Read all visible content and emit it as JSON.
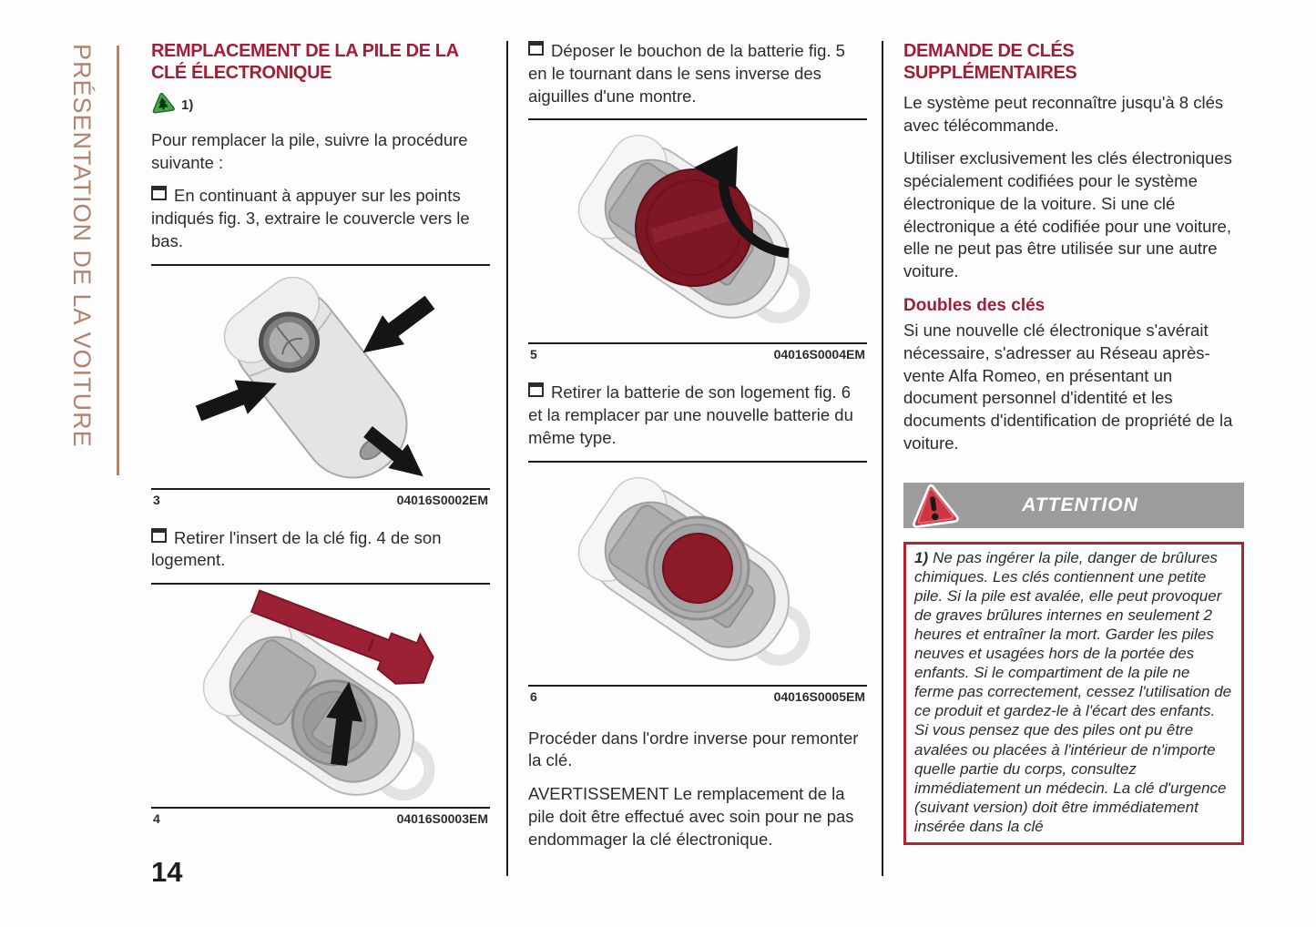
{
  "sidebar": {
    "label": "PRÉSENTATION DE LA VOITURE"
  },
  "page": {
    "number": "14"
  },
  "column1": {
    "title": "REMPLACEMENT DE LA PILE DE LA CLÉ ÉLECTRONIQUE",
    "footnote_marker": "1)",
    "intro": "Pour remplacer la pile, suivre la procédure suivante :",
    "step1": "En continuant à appuyer sur les points indiqués fig. 3, extraire le couvercle vers le bas.",
    "figure3": {
      "number": "3",
      "code": "04016S0002EM"
    },
    "step2": "Retirer l'insert de la clé fig. 4 de son logement.",
    "figure4": {
      "number": "4",
      "code": "04016S0003EM"
    }
  },
  "column2": {
    "step3": "Déposer le bouchon de la batterie fig. 5 en le tournant dans le sens inverse des aiguilles d'une montre.",
    "figure5": {
      "number": "5",
      "code": "04016S0004EM"
    },
    "step4": "Retirer la batterie de son logement fig. 6 et la remplacer par une nouvelle batterie du même type.",
    "figure6": {
      "number": "6",
      "code": "04016S0005EM"
    },
    "outro": "Procéder dans l'ordre inverse pour remonter la clé.",
    "warning_inline": "AVERTISSEMENT Le remplacement de la pile doit être effectué avec soin pour ne pas endommager la clé électronique."
  },
  "column3": {
    "title": "DEMANDE DE CLÉS SUPPLÉMENTAIRES",
    "para1": "Le système peut reconnaître jusqu'à 8 clés avec télécommande.",
    "para2": "Utiliser exclusivement les clés électroniques spécialement codifiées pour le système électronique de la voiture. Si une clé électronique a été codifiée pour une voiture, elle ne peut pas être utilisée sur une autre voiture.",
    "subtitle": "Doubles des clés",
    "para3": "Si une nouvelle clé électronique s'avérait nécessaire, s'adresser au Réseau après-vente Alfa Romeo, en présentant un document personnel d'identité et les documents d'identification de propriété de la voiture.",
    "attention_label": "ATTENTION",
    "note_marker": "1)",
    "note_text": "Ne pas ingérer la pile, danger de brûlures chimiques. Les clés contiennent une petite pile. Si la pile est avalée, elle peut provoquer de graves brûlures internes en seulement 2 heures et entraîner la mort. Garder les piles neuves et usagées hors de la portée des enfants. Si le compartiment de la pile ne ferme pas correctement, cessez l'utilisation de ce produit et gardez-le à l'écart des enfants. Si vous pensez que des piles ont pu être avalées ou placées à l'intérieur de n'importe quelle partie du corps, consultez immédiatement un médecin. La clé d'urgence (suivant version) doit être immédiatement insérée dans la clé"
  },
  "icons": {
    "hazard_footnote": "green rounded triangle with tree pictogram",
    "attention_warning": "red warning triangle with exclamation mark",
    "step_bullet": "❐ open square bullet"
  },
  "colors": {
    "heading_red": "#a21d36",
    "sidebar_brown": "#b2836d",
    "attention_gray": "#9c9c9c",
    "note_border_red": "#b5232f",
    "key_insert_red": "#9d2135",
    "battery_cap_red": "#7c1723",
    "body_text": "#2c2c2c"
  }
}
